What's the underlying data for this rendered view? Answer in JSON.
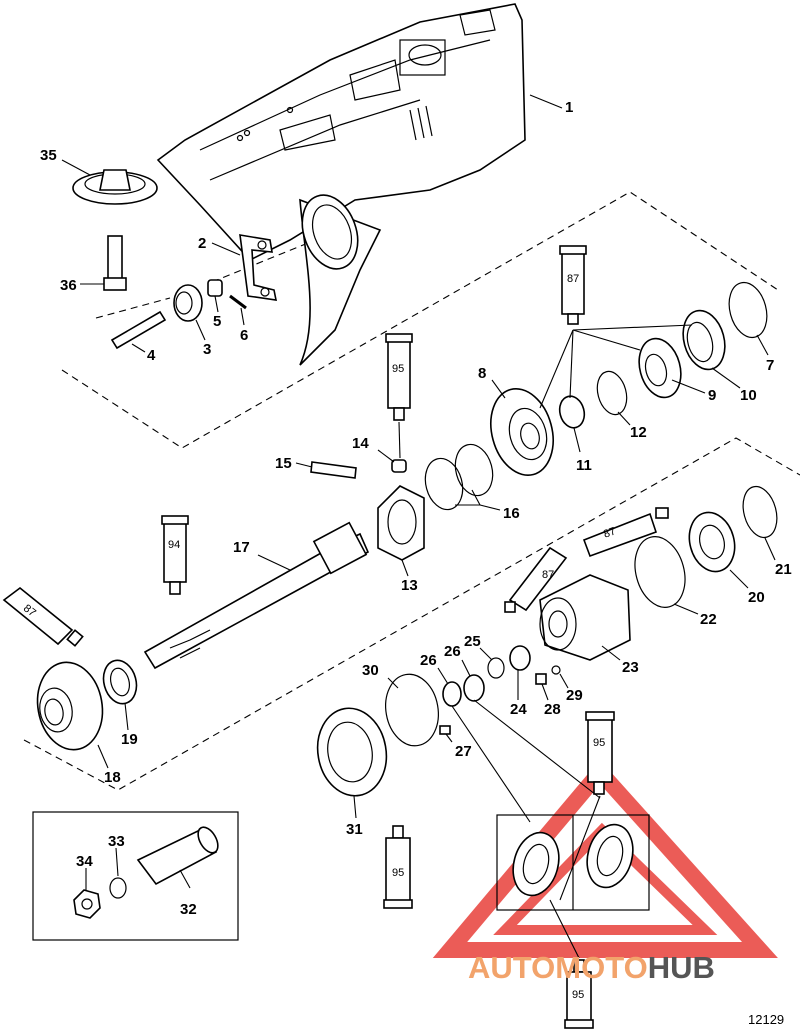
{
  "diagram": {
    "figure_number": "12129",
    "watermark": {
      "part1": "AUTO",
      "part2": "MOTO",
      "part3": "HUB",
      "color_main": "#f2a36b",
      "color_hub": "#555555",
      "color_triangle": "#e8403a"
    },
    "callouts": [
      {
        "id": "c1",
        "text": "1"
      },
      {
        "id": "c2",
        "text": "2"
      },
      {
        "id": "c3",
        "text": "3"
      },
      {
        "id": "c4",
        "text": "4"
      },
      {
        "id": "c5",
        "text": "5"
      },
      {
        "id": "c6",
        "text": "6"
      },
      {
        "id": "c7",
        "text": "7"
      },
      {
        "id": "c8",
        "text": "8"
      },
      {
        "id": "c9",
        "text": "9"
      },
      {
        "id": "c10",
        "text": "10"
      },
      {
        "id": "c11",
        "text": "11"
      },
      {
        "id": "c12",
        "text": "12"
      },
      {
        "id": "c13",
        "text": "13"
      },
      {
        "id": "c14",
        "text": "14"
      },
      {
        "id": "c15",
        "text": "15"
      },
      {
        "id": "c16",
        "text": "16"
      },
      {
        "id": "c17",
        "text": "17"
      },
      {
        "id": "c18",
        "text": "18"
      },
      {
        "id": "c19",
        "text": "19"
      },
      {
        "id": "c20",
        "text": "20"
      },
      {
        "id": "c21",
        "text": "21"
      },
      {
        "id": "c22",
        "text": "22"
      },
      {
        "id": "c23",
        "text": "23"
      },
      {
        "id": "c24",
        "text": "24"
      },
      {
        "id": "c25",
        "text": "25"
      },
      {
        "id": "c26a",
        "text": "26"
      },
      {
        "id": "c26b",
        "text": "26"
      },
      {
        "id": "c27",
        "text": "27"
      },
      {
        "id": "c28",
        "text": "28"
      },
      {
        "id": "c29",
        "text": "29"
      },
      {
        "id": "c30",
        "text": "30"
      },
      {
        "id": "c31",
        "text": "31"
      },
      {
        "id": "c32",
        "text": "32"
      },
      {
        "id": "c33",
        "text": "33"
      },
      {
        "id": "c34",
        "text": "34"
      },
      {
        "id": "c35",
        "text": "35"
      },
      {
        "id": "c36",
        "text": "36"
      }
    ],
    "tubes": [
      {
        "id": "t87a",
        "text": "87"
      },
      {
        "id": "t95a",
        "text": "95"
      },
      {
        "id": "t94",
        "text": "94"
      },
      {
        "id": "t87b",
        "text": "87"
      },
      {
        "id": "t87c",
        "text": "87"
      },
      {
        "id": "t87d",
        "text": "87"
      },
      {
        "id": "t95b",
        "text": "95"
      },
      {
        "id": "t95c",
        "text": "95"
      },
      {
        "id": "t95d",
        "text": "95"
      }
    ]
  }
}
